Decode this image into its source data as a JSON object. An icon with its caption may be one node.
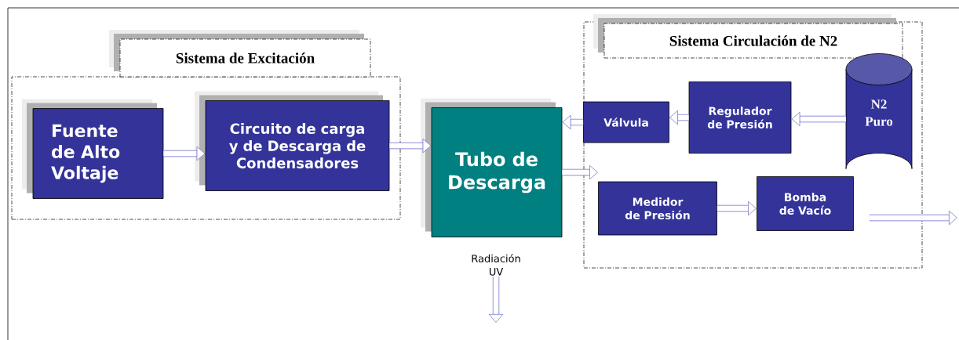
{
  "diagram": {
    "nodes": [
      {
        "text": [
          "Sistema de Excitación"
        ]
      },
      {
        "text": [
          "Fuente de Alto Voltaje"
        ],
        "in": 0
      },
      {
        "text": [
          "Circuito de carga y de Descarga de Condensadores"
        ],
        "in": 0
      },
      {
        "text": [
          "Tubo de Descarga"
        ]
      },
      {
        "text": [
          "Sistema Circulación de N2"
        ]
      },
      {
        "text": [
          "Válvula"
        ],
        "in": 4
      },
      {
        "text": [
          "Regulador de Presión"
        ],
        "in": 4
      },
      {
        "text": [
          "N2 Puro"
        ],
        "in": 4
      },
      {
        "text": [
          "Medidor de Presión"
        ],
        "in": 4
      },
      {
        "text": [
          "Bomba de Vacío"
        ],
        "in": 4
      },
      {
        "text": [
          "Radiación UV"
        ]
      }
    ],
    "edges": [
      {
        "from": 1,
        "to": 2,
        "arrow": "to"
      },
      {
        "from": 2,
        "to": 3,
        "arrow": "to"
      },
      {
        "from": 7,
        "to": 6,
        "arrow": "to"
      },
      {
        "from": 6,
        "to": 5,
        "arrow": "to"
      },
      {
        "from": 5,
        "to": 3,
        "arrow": "to"
      },
      {
        "from": 3,
        "to": 8,
        "arrow": "to"
      },
      {
        "from": 8,
        "to": 9,
        "arrow": "to"
      },
      {
        "from": 9,
        "to": null,
        "arrow": "to"
      },
      {
        "from": 10,
        "to": null,
        "arrow": "to"
      }
    ]
  }
}
